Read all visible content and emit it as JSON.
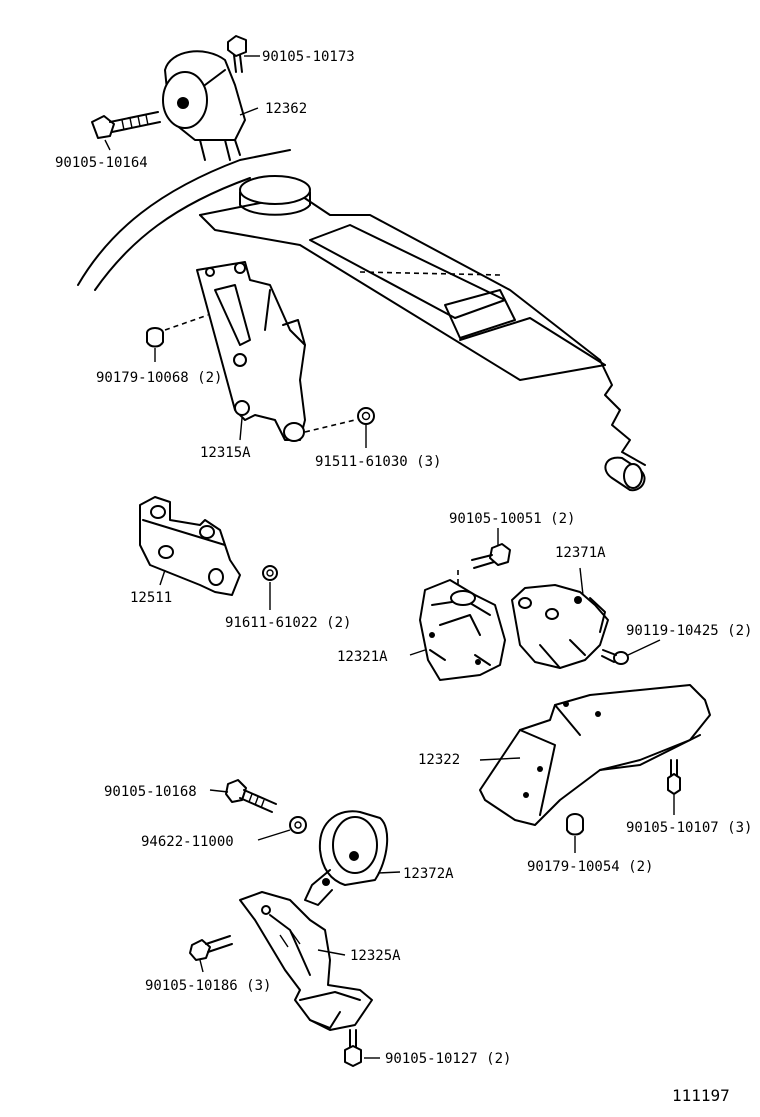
{
  "diagram_id": "111197",
  "callouts": [
    {
      "id": "c1",
      "text": "90105-10173"
    },
    {
      "id": "c2",
      "text": "12362"
    },
    {
      "id": "c3",
      "text": "90105-10164"
    },
    {
      "id": "c4",
      "text": "90179-10068 (2)"
    },
    {
      "id": "c5",
      "text": "12315A"
    },
    {
      "id": "c6",
      "text": "91511-61030 (3)"
    },
    {
      "id": "c7",
      "text": "90105-10051 (2)"
    },
    {
      "id": "c8",
      "text": "12371A"
    },
    {
      "id": "c9",
      "text": "12511"
    },
    {
      "id": "c10",
      "text": "91611-61022 (2)"
    },
    {
      "id": "c11",
      "text": "90119-10425 (2)"
    },
    {
      "id": "c12",
      "text": "12321A"
    },
    {
      "id": "c13",
      "text": "12322"
    },
    {
      "id": "c14",
      "text": "90105-10168"
    },
    {
      "id": "c15",
      "text": "90105-10107 (3)"
    },
    {
      "id": "c16",
      "text": "94622-11000"
    },
    {
      "id": "c17",
      "text": "90179-10054 (2)"
    },
    {
      "id": "c18",
      "text": "12372A"
    },
    {
      "id": "c19",
      "text": "12325A"
    },
    {
      "id": "c20",
      "text": "90105-10186 (3)"
    },
    {
      "id": "c21",
      "text": "90105-10127 (2)"
    }
  ]
}
